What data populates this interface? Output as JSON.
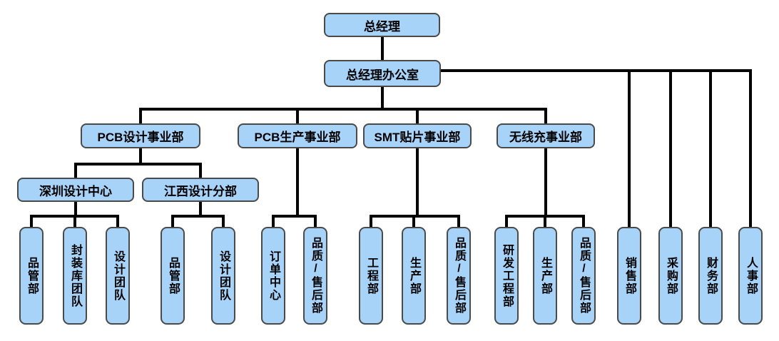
{
  "diagram": {
    "type": "org-chart",
    "colors": {
      "node_fill": "#a8d3f8",
      "node_border": "#4a4a4a",
      "connector": "#000000",
      "background": "#ffffff",
      "text": "#000000"
    },
    "tree": {
      "label": "总经理",
      "children": [
        {
          "label": "总经理办公室",
          "children": [
            {
              "label": "PCB设计事业部",
              "children": [
                {
                  "label": "深圳设计中心",
                  "children": [
                    {
                      "label": "品管部"
                    },
                    {
                      "label": "封装库团队"
                    },
                    {
                      "label": "设计团队"
                    }
                  ]
                },
                {
                  "label": "江西设计分部",
                  "children": [
                    {
                      "label": "品管部"
                    },
                    {
                      "label": "设计团队"
                    }
                  ]
                }
              ]
            },
            {
              "label": "PCB生产事业部",
              "children": [
                {
                  "label": "订单中心"
                },
                {
                  "label": "品质/售后部"
                }
              ]
            },
            {
              "label": "SMT贴片事业部",
              "children": [
                {
                  "label": "工程部"
                },
                {
                  "label": "生产部"
                },
                {
                  "label": "品质/售后部"
                }
              ]
            },
            {
              "label": "无线充事业部",
              "children": [
                {
                  "label": "研发工程部"
                },
                {
                  "label": "生产部"
                },
                {
                  "label": "品质/售后部"
                }
              ]
            },
            {
              "label": "销售部"
            },
            {
              "label": "采购部"
            },
            {
              "label": "财务部"
            },
            {
              "label": "人事部"
            }
          ]
        }
      ]
    }
  }
}
